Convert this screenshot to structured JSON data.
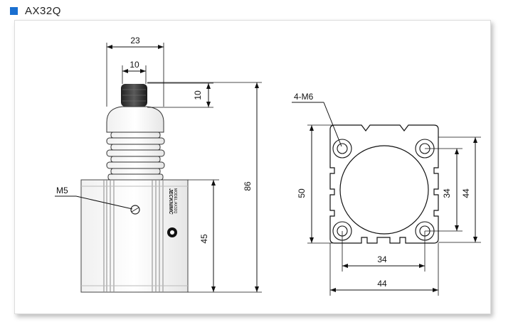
{
  "header": {
    "title": "AX32Q",
    "accent_color": "#1a6fd0"
  },
  "side_view": {
    "dims": {
      "top_width": "23",
      "knob_width": "10",
      "knob_height": "10",
      "total_height": "86",
      "body_height": "45"
    },
    "thread_label": "M5",
    "brand_text": "JECKNIMC",
    "model_text": "MODEL:AX32Q"
  },
  "end_view": {
    "hole_label": "4-M6",
    "dims": {
      "height": "50",
      "inner_v": "34",
      "outer_v": "44",
      "inner_h": "34",
      "outer_h": "44"
    }
  }
}
